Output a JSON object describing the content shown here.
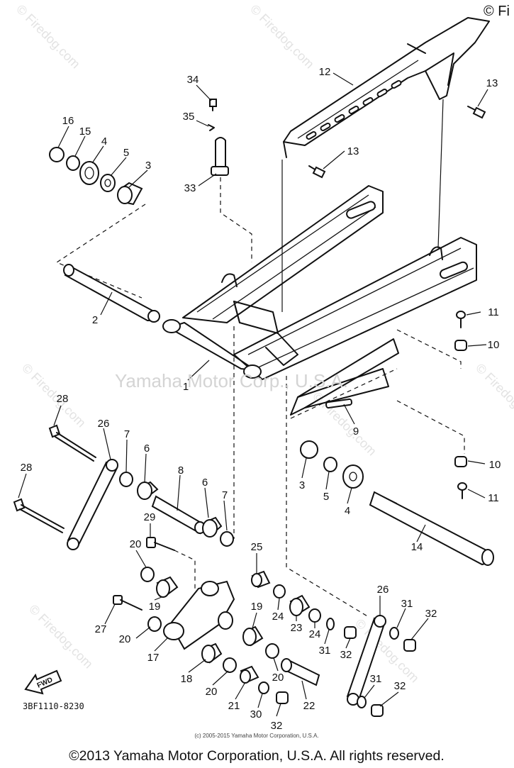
{
  "diagram": {
    "drawing_code": "3BF1110-8230",
    "watermark_text": "Yamaha Motor Corp., U.S.A.",
    "small_copyright": "(c) 2005-2015 Yamaha Motor Corporation, U.S.A.",
    "copyright": "©2013 Yamaha Motor Corporation, U.S.A. All rights reserved.",
    "corner_mark": "© Fi",
    "fwd_label": "FWD",
    "firedog_marks": [
      "© Firedog.com",
      "© Firedog.com",
      "© Firedog.com",
      "© Firedog.com",
      "© Firedog.com",
      "© Firedog.com",
      "© Firedog.com"
    ],
    "part_labels": [
      "34",
      "35",
      "33",
      "16",
      "15",
      "4",
      "5",
      "3",
      "12",
      "13",
      "13",
      "2",
      "1",
      "11",
      "10",
      "9",
      "28",
      "26",
      "7",
      "6",
      "8",
      "6",
      "7",
      "28",
      "3",
      "5",
      "4",
      "10",
      "11",
      "29",
      "20",
      "25",
      "14",
      "19",
      "24",
      "23",
      "24",
      "26",
      "31",
      "32",
      "27",
      "20",
      "19",
      "31",
      "32",
      "17",
      "18",
      "20",
      "20",
      "31",
      "32",
      "21",
      "30",
      "22",
      "32"
    ]
  }
}
